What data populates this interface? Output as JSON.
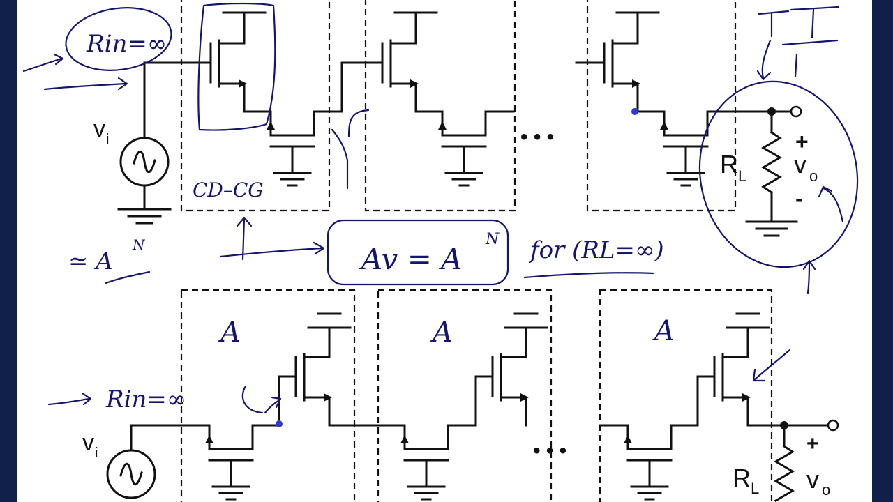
{
  "labels": {
    "top_source": "v",
    "top_source_sub": "i",
    "top_load": "R",
    "top_load_sub": "L",
    "top_output": "v",
    "top_output_sub": "o",
    "top_plus": "+",
    "top_minus": "-",
    "bottom_source": "v",
    "bottom_source_sub": "i",
    "bottom_load": "R",
    "bottom_load_sub": "L",
    "bottom_output": "v",
    "bottom_output_sub": "o",
    "bottom_plus": "+",
    "ellipsis": "• • •"
  },
  "annotations": {
    "rin_top": "Rin=∞",
    "cd_cg": "CD–CG",
    "approx_gain": "≃ A",
    "approx_gain_exp": "N",
    "gain_formula": "Av = A",
    "gain_formula_exp": "N",
    "condition": "for (RL=∞)",
    "rin_bottom": "Rin=∞",
    "stage_1": "A",
    "stage_2": "A",
    "stage_3": "A"
  },
  "colors": {
    "background": "#10204a",
    "board": "#ffffff",
    "circuit": "#111111",
    "ink": "#14156e"
  }
}
